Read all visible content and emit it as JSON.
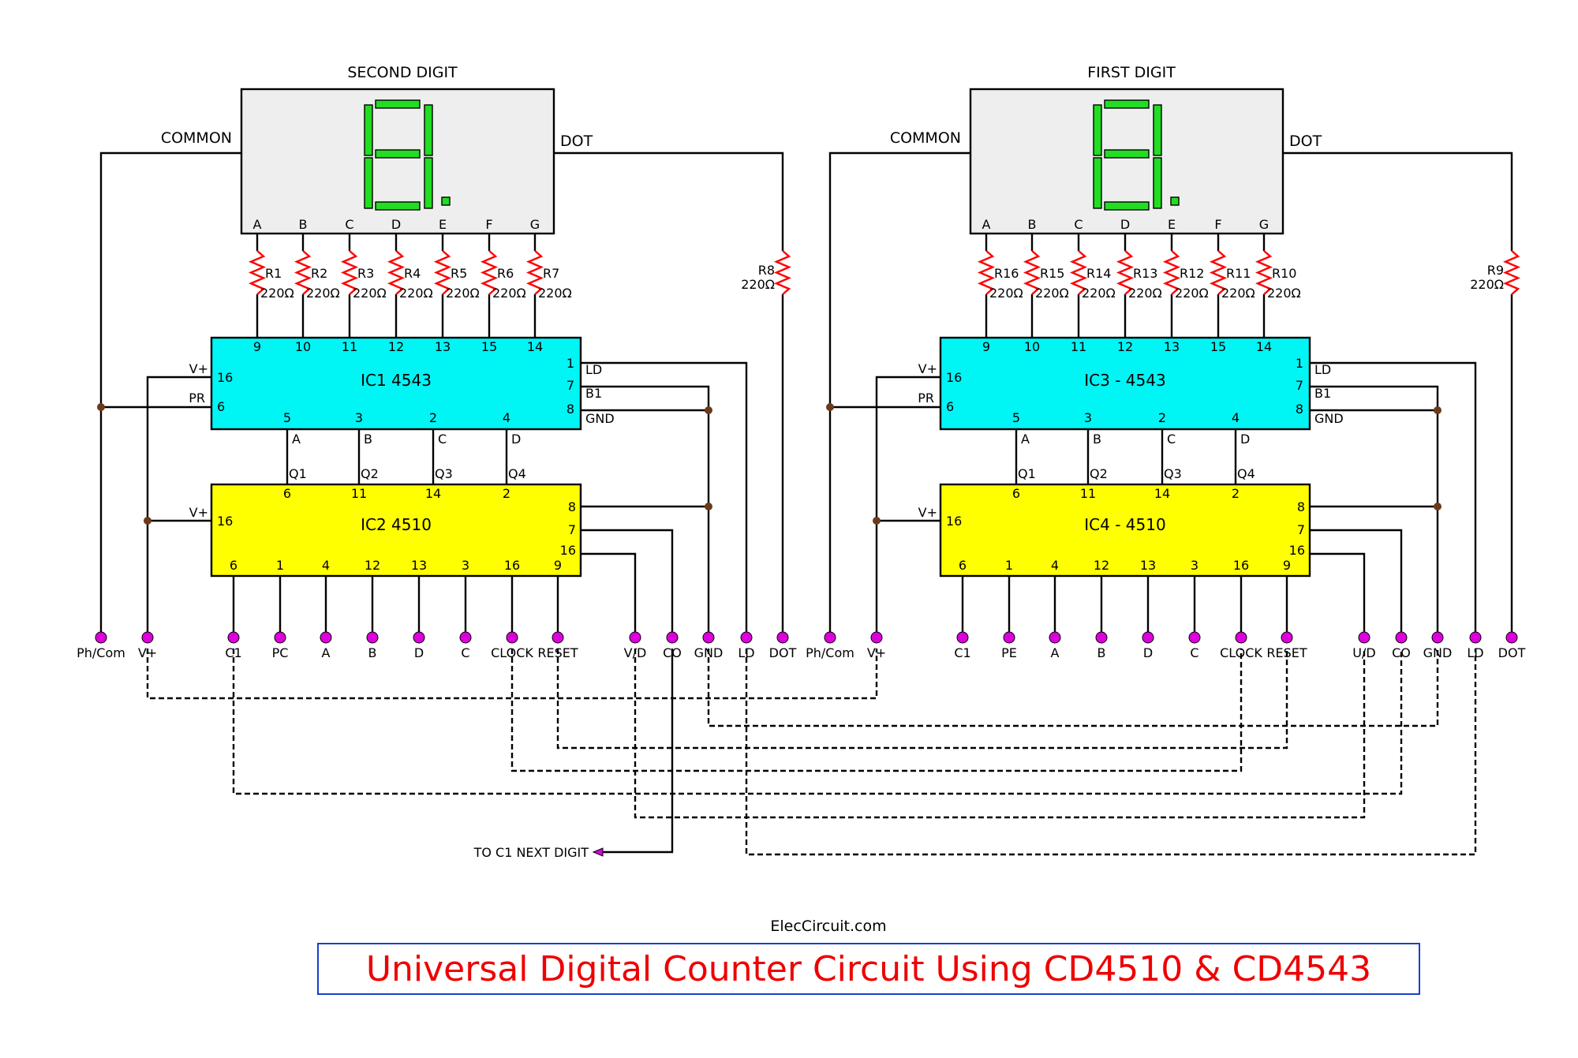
{
  "site": "ElecCircuit.com",
  "title": "Universal Digital Counter Circuit Using CD4510 & CD4543",
  "colors": {
    "wire": "#000000",
    "display": "#eeeeee",
    "segment": "#22dd22",
    "decoder": "#00f5f5",
    "counter": "#ffff00",
    "resistor": "#ff0000",
    "terminal": "#dd00dd",
    "junction": "#6b3a1a",
    "title": "#ee0000",
    "titleBorder": "#1a3fcc"
  },
  "left": {
    "display_title": "SECOND DIGIT",
    "common_label": "COMMON",
    "dot_label": "DOT",
    "segment_letters": [
      "A",
      "B",
      "C",
      "D",
      "E",
      "F",
      "G"
    ],
    "resistors": [
      "R1",
      "R2",
      "R3",
      "R4",
      "R5",
      "R6",
      "R7"
    ],
    "resistor_values": [
      "220Ω",
      "220Ω",
      "220Ω",
      "220Ω",
      "220Ω",
      "220Ω",
      "220Ω"
    ],
    "dot_resistor": "R8",
    "dot_resistor_value": "220Ω",
    "decoder": {
      "name": "IC1 4543",
      "top_pins": [
        "9",
        "10",
        "11",
        "12",
        "13",
        "15",
        "14"
      ],
      "vplus_label": "V+",
      "pin16": "16",
      "pr_label": "PR",
      "pin6": "6",
      "right_pins": [
        "1",
        "7",
        "8"
      ],
      "right_labels": [
        "LD",
        "B1",
        "GND"
      ],
      "bottom_pins": [
        "5",
        "3",
        "2",
        "4"
      ],
      "bottom_labels": [
        "A",
        "B",
        "C",
        "D"
      ]
    },
    "counter": {
      "name": "IC2 4510",
      "top_pins": [
        "6",
        "11",
        "14",
        "2"
      ],
      "q_labels": [
        "Q1",
        "Q2",
        "Q3",
        "Q4"
      ],
      "vplus_label": "V+",
      "pin16": "16",
      "right_pins": [
        "8",
        "7",
        "16"
      ],
      "pin9": "9",
      "bottom_pins": [
        "6",
        "1",
        "4",
        "12",
        "13",
        "3",
        "16",
        "9"
      ]
    },
    "terminals": [
      "Ph/Com",
      "V+",
      "C1",
      "PC",
      "A",
      "B",
      "D",
      "C",
      "CLOCK",
      "RESET",
      "V/D",
      "CO",
      "GND",
      "LD",
      "DOT"
    ]
  },
  "right": {
    "display_title": "FIRST DIGIT",
    "common_label": "COMMON",
    "dot_label": "DOT",
    "segment_letters": [
      "A",
      "B",
      "C",
      "D",
      "E",
      "F",
      "G"
    ],
    "resistors": [
      "R16",
      "R15",
      "R14",
      "R13",
      "R12",
      "R11",
      "R10"
    ],
    "resistor_values": [
      "220Ω",
      "220Ω",
      "220Ω",
      "220Ω",
      "220Ω",
      "220Ω",
      "220Ω"
    ],
    "dot_resistor": "R9",
    "dot_resistor_value": "220Ω",
    "decoder": {
      "name": "IC3 - 4543",
      "top_pins": [
        "9",
        "10",
        "11",
        "12",
        "13",
        "15",
        "14"
      ],
      "vplus_label": "V+",
      "pin16": "16",
      "pr_label": "PR",
      "pin6": "6",
      "right_pins": [
        "1",
        "7",
        "8"
      ],
      "right_labels": [
        "LD",
        "B1",
        "GND"
      ],
      "bottom_pins": [
        "5",
        "3",
        "2",
        "4"
      ],
      "bottom_labels": [
        "A",
        "B",
        "C",
        "D"
      ]
    },
    "counter": {
      "name": "IC4 - 4510",
      "top_pins": [
        "6",
        "11",
        "14",
        "2"
      ],
      "q_labels": [
        "Q1",
        "Q2",
        "Q3",
        "Q4"
      ],
      "vplus_label": "V+",
      "pin16": "16",
      "right_pins": [
        "8",
        "7",
        "16"
      ],
      "pin9": "9",
      "bottom_pins": [
        "6",
        "1",
        "4",
        "12",
        "13",
        "3",
        "16",
        "9"
      ]
    },
    "terminals": [
      "Ph/Com",
      "V+",
      "C1",
      "PE",
      "A",
      "B",
      "D",
      "C",
      "CLOCK",
      "RESET",
      "U/D",
      "CO",
      "GND",
      "LD",
      "DOT"
    ]
  },
  "next_digit_label": "TO C1 NEXT DIGIT"
}
